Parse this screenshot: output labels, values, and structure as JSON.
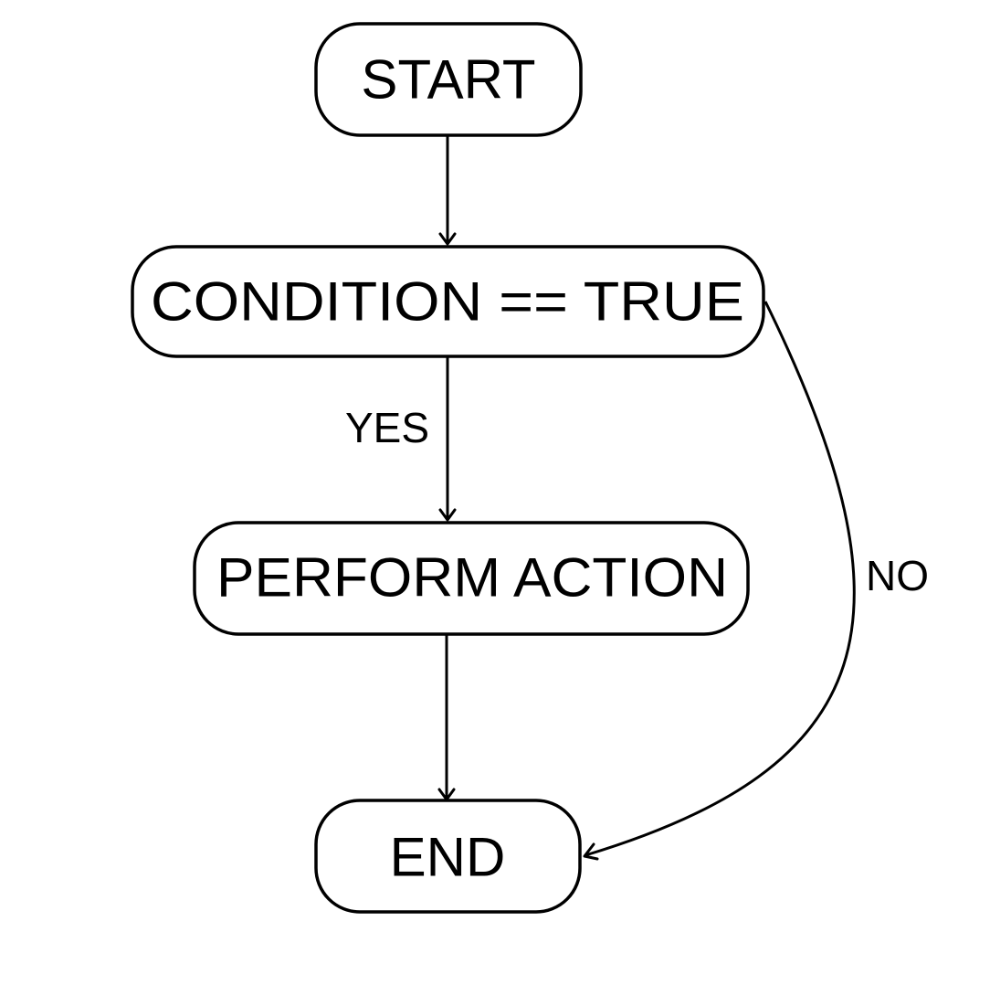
{
  "diagram": {
    "nodes": {
      "start": "START",
      "condition": "CONDITION == TRUE",
      "action": "PERFORM ACTION",
      "end": "END"
    },
    "edges": {
      "yes_label": "YES",
      "no_label": "NO"
    },
    "colors": {
      "stroke": "#000000",
      "background": "#ffffff"
    }
  }
}
